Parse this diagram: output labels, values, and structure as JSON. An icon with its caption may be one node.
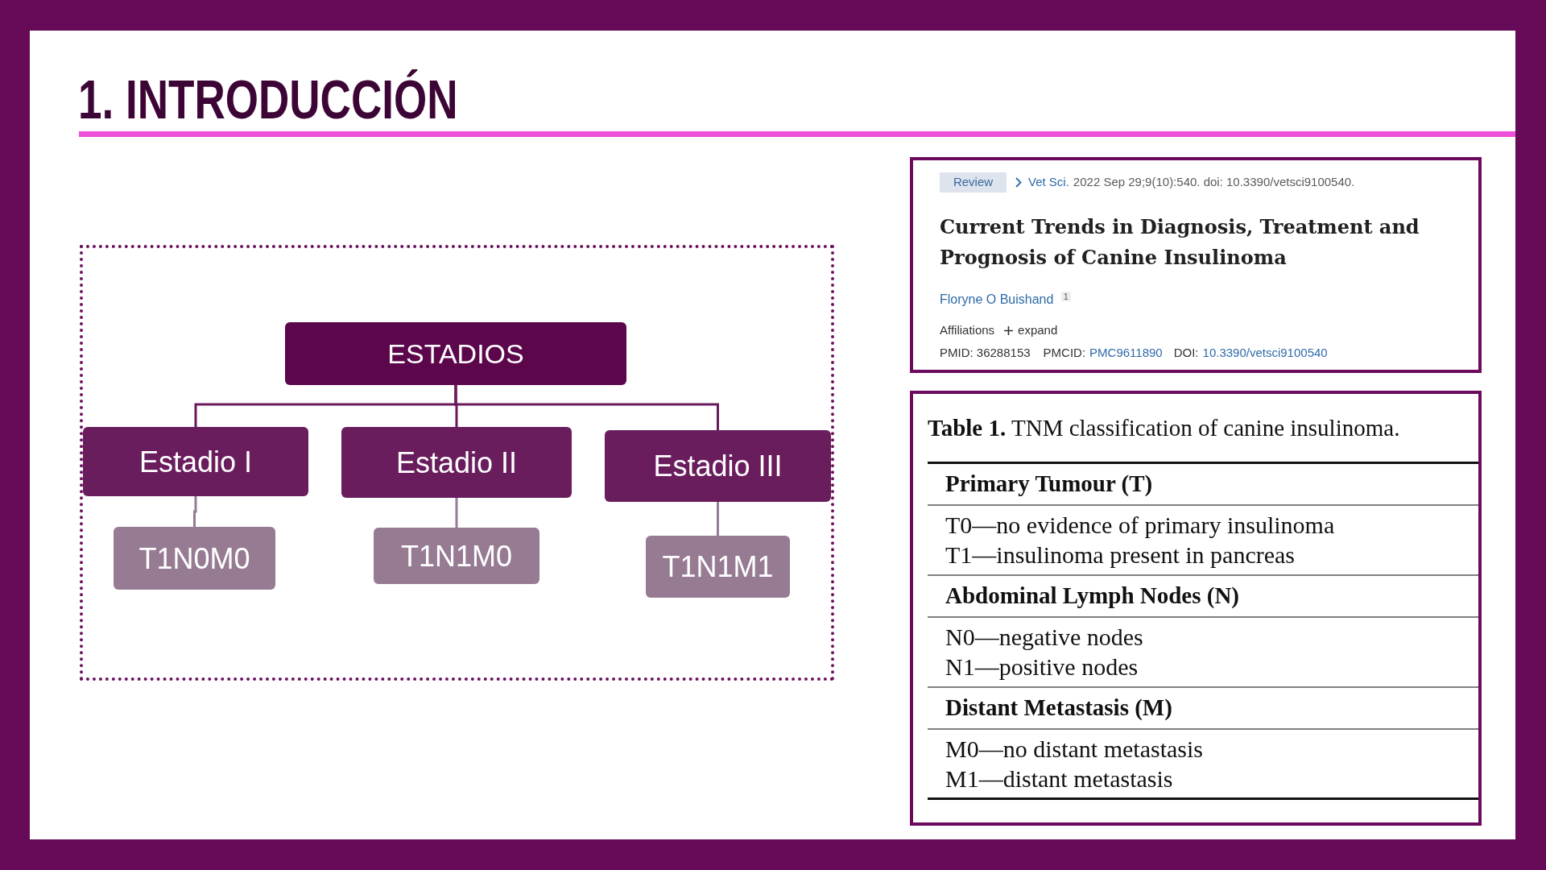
{
  "diagram": {
    "title": "1. INTRODUCCIÓN",
    "nodes": [
      {
        "text": [],
        "shape": "box"
      },
      {
        "text": [
          "ESTADIOS"
        ],
        "in": 0
      },
      {
        "text": [
          "Estadio I"
        ],
        "in": 0
      },
      {
        "text": [
          "Estadio II"
        ],
        "in": 0
      },
      {
        "text": [
          "Estadio III"
        ],
        "in": 0
      },
      {
        "text": [
          "T1N0M0"
        ],
        "in": 0
      },
      {
        "text": [
          "T1N1M0"
        ],
        "in": 0
      },
      {
        "text": [
          "T1N1M1"
        ],
        "in": 0
      },
      {
        "text": [
          "Vet Sci.",
          "2022 Sep 29;9(10):540. doi: 10.3390/vetsci9100540.",
          "Current Trends in Diagnosis, Treatment and Prognosis of Canine Insulinoma",
          "Floryne O Buishand $^{1}$",
          "Affiliations",
          "expand",
          "PMID: 36288153",
          "PMCID:",
          "PMC9611890",
          "DOI:",
          "10.3390/vetsci9100540"
        ]
      },
      {
        "text": [
          "Review"
        ],
        "in": 8
      },
      {
        "text": [
          "**Table 1.** TNM classification of canine insulinoma.",
          "Primary Tumour (T)",
          "T0—no evidence of primary insulinoma",
          "T1—insulinoma present in pancreas",
          "Abdominal Lymph Nodes (N)",
          "N0—negative nodes",
          "N1—positive nodes",
          "Distant Metastasis (M)",
          "M0—no distant metastasis",
          "M1—distant metastasis"
        ]
      }
    ],
    "edges": [
      {
        "from": 1,
        "to": 2,
        "arrow": "none"
      },
      {
        "from": 1,
        "to": 3,
        "arrow": "none"
      },
      {
        "from": 1,
        "to": 4,
        "arrow": "none"
      },
      {
        "from": 2,
        "to": 5,
        "arrow": "none",
        "color": "#957c93"
      },
      {
        "from": 3,
        "to": 6,
        "arrow": "none",
        "color": "#957c93"
      },
      {
        "from": 4,
        "to": 7,
        "arrow": "none",
        "color": "#957c93"
      }
    ]
  }
}
